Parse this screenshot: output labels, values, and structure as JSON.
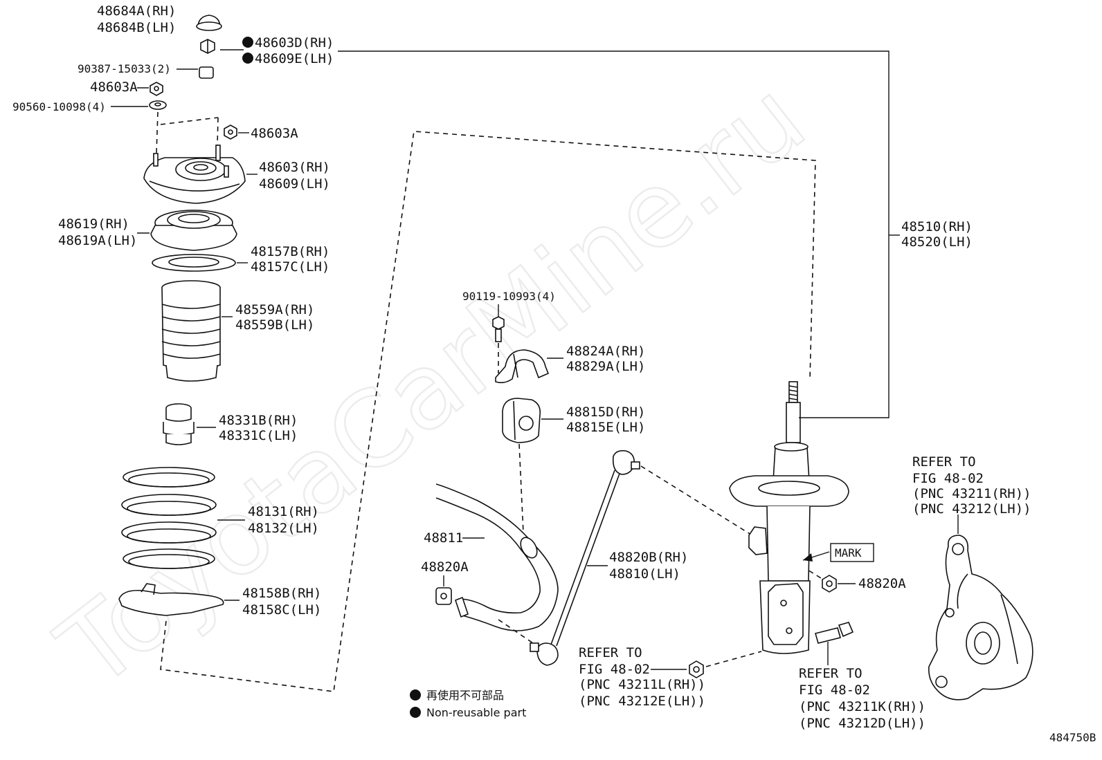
{
  "watermark": "ToyotaCarMine.ru",
  "figure_code": "484750B",
  "labels": {
    "l48684": [
      "48684A(RH)",
      "48684B(LH)"
    ],
    "l48603d": [
      "48603D(RH)",
      "48609E(LH)"
    ],
    "l90387": "90387-15033(2)",
    "l48603a_top": "48603A",
    "l90560": "90560-10098(4)",
    "l48603a_mount": "48603A",
    "l48603": [
      "48603(RH)",
      "48609(LH)"
    ],
    "l48619": [
      "48619(RH)",
      "48619A(LH)"
    ],
    "l48157": [
      "48157B(RH)",
      "48157C(LH)"
    ],
    "l48559": [
      "48559A(RH)",
      "48559B(LH)"
    ],
    "l48331": [
      "48331B(RH)",
      "48331C(LH)"
    ],
    "l48131": [
      "48131(RH)",
      "48132(LH)"
    ],
    "l48158": [
      "48158B(RH)",
      "48158C(LH)"
    ],
    "l90119": "90119-10993(4)",
    "l48824": [
      "48824A(RH)",
      "48829A(LH)"
    ],
    "l48815": [
      "48815D(RH)",
      "48815E(LH)"
    ],
    "l48811": "48811",
    "l48820a_left": "48820A",
    "l48820b": [
      "48820B(RH)",
      "48810(LH)"
    ],
    "l48510": [
      "48510(RH)",
      "48520(LH)"
    ],
    "mark": "MARK",
    "l48820a_right": "48820A",
    "refer_knuckle": [
      "REFER TO",
      "FIG 48-02",
      "(PNC 43211(RH))",
      "(PNC 43212(LH))"
    ],
    "refer_nut": [
      "REFER TO",
      "FIG 48-02",
      "(PNC 43211L(RH))",
      "(PNC 43212E(LH))"
    ],
    "refer_bolt": [
      "REFER TO",
      "FIG 48-02",
      "(PNC 43211K(RH))",
      "(PNC 43212D(LH))"
    ]
  },
  "legend": {
    "japanese": "再使用不可部品",
    "english": "Non-reusable part"
  }
}
